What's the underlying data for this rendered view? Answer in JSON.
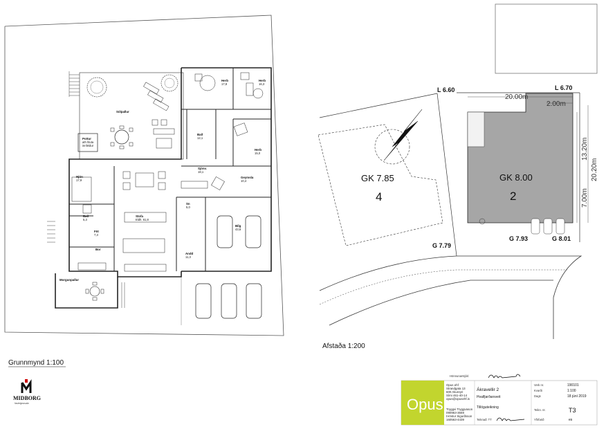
{
  "rooms": {
    "solpallur": "Sólpallur",
    "pottur": [
      "Pottur",
      "ath hluta",
      "innfeldur"
    ],
    "herb1": {
      "name": "Herb",
      "area": "17,8"
    },
    "herb2": {
      "name": "Herb",
      "area": "16,3"
    },
    "bad1": {
      "name": "Bað",
      "area": "12,1"
    },
    "herb3": {
      "name": "Herb",
      "area": "15,0"
    },
    "hjon": {
      "name": "Hjón",
      "area": "17,9"
    },
    "sjonv": {
      "name": "Sjónv.",
      "area": "18,1"
    },
    "geymsla": {
      "name": "Geymsla",
      "area": "10,4"
    },
    "sn": {
      "name": "Sn",
      "area": "5,0"
    },
    "bad2": {
      "name": "Bað",
      "area": "5,3"
    },
    "fot": {
      "name": "Föt",
      "area": "7,3"
    },
    "stofa": {
      "name": "Stofa",
      "sub": "Eldh. 61,8"
    },
    "bill": {
      "name": "Bílg",
      "area": "43,8"
    },
    "bor": "Bor",
    "andd": {
      "name": "Andd",
      "area": "11,3"
    },
    "morgunpallur": "Morgunpallur"
  },
  "captions": {
    "grunnmynd": "Grunnmynd 1:100",
    "afstada": "Afstaða 1:200"
  },
  "site": {
    "levels": {
      "l660": "L 6.60",
      "l670": "L 6.70",
      "g779": "G 7.79",
      "g793": "G 7.93",
      "g801": "G 8.01"
    },
    "dims": {
      "d2000": "20.00m",
      "d200": "2.00m",
      "d1320": "13.20m",
      "d2020": "20.20m",
      "d700": "7.00m"
    },
    "lot4": {
      "gk": "GK 7.85",
      "number": "4"
    },
    "lot2": {
      "gk": "GK 8.00",
      "number": "2"
    }
  },
  "logo": {
    "midborg": "MIDBORG",
    "midborg_sub": "fasteignasala"
  },
  "titleblock": {
    "designer_label": "Hönnunarstjóri:",
    "opus_logo": "Opus",
    "company": [
      "Opus ehf",
      "Strandgata 13",
      "600 Akureyri",
      "Sími 461-40-14",
      "opus@opusehf.is"
    ],
    "project": "Ákravellir 2",
    "place": "Hvalfjarðarsveit",
    "drawing": "Tillöguteikning",
    "designer": [
      "Tryggvi Tryggvason",
      "090963-3669",
      "Þröstur Sigurðsson",
      "160563-4439"
    ],
    "teiknad_label": "Teiknað: TT",
    "fields": [
      {
        "label": "Verk nr.",
        "value": "190101"
      },
      {
        "label": "Kvarði",
        "value": "1:100"
      },
      {
        "label": "Dags",
        "value": "18 júní 2019"
      },
      {
        "label": "Teikn. nr.",
        "value": "T3"
      },
      {
        "label": "Yfirfarið",
        "value": "es"
      }
    ]
  }
}
